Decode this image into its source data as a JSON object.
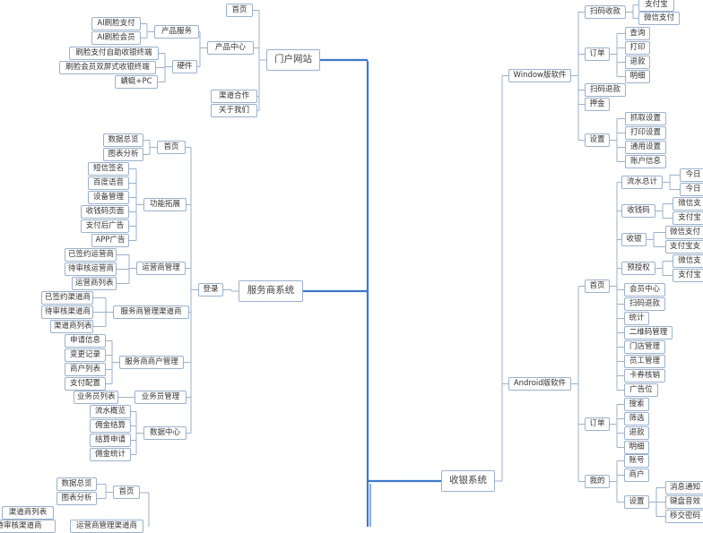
{
  "colors": {
    "line": "#9bb1cc",
    "trunk": "#3f78c9",
    "node_border": "#9bb1cc"
  },
  "nodes": {
    "portal": "门户网站",
    "portal_home": "首页",
    "product_center": "产品中心",
    "product_service": "产品服务",
    "ai_face_pay": "AI刷脸支付",
    "ai_face_member": "AI刷脸会员",
    "hardware": "硬件",
    "hw_face_terminal": "刷脸支付自助收银终端",
    "hw_member_terminal": "刷脸会员双屏式收银终端",
    "hw_pc": "蜻蜓+PC",
    "channel_coop": "渠道合作",
    "about_us": "关于我们",
    "provider": "服务商系统",
    "login": "登录",
    "sp_home": "首页",
    "sp_data_overview": "数据总览",
    "sp_chart_analysis": "图表分析",
    "func_ext": "功能拓展",
    "sms_sign": "短信签名",
    "baidu_voice": "百度语音",
    "device_mgmt": "设备管理",
    "cashier_page": "收钱码页面",
    "after_pay_ad": "支付后广告",
    "app_ad": "APP广告",
    "op_mgmt": "运营商管理",
    "op_signed": "已签约运营商",
    "op_pending": "待审核运营商",
    "op_list": "运营商列表",
    "sp_channel_mgmt": "服务商管理渠道商",
    "ch_signed": "已签约渠道商",
    "ch_pending": "待审核渠道商",
    "ch_list": "渠道商列表",
    "sp_merchant_mgmt": "服务商商户管理",
    "apply_info": "申请信息",
    "change_record": "变更记录",
    "merchant_list": "商户列表",
    "pay_config": "支付配置",
    "sales_mgmt": "业务员管理",
    "sales_list": "业务员列表",
    "data_center": "数据中心",
    "flow_overview": "流水概览",
    "commission_settle": "佣金结算",
    "settle_apply": "结算申请",
    "commission_stats": "佣金统计",
    "bottom_home": "首页",
    "bottom_data_overview": "数据总览",
    "bottom_chart_analysis": "图表分析",
    "bottom_ch_list": "渠道商列表",
    "bottom_partial_1": "待审核渠道商",
    "bottom_partial_2": "运营商管理渠道商",
    "cashier_system": "收银系统",
    "windows": "Window版软件",
    "scan_collect": "扫码收款",
    "alipay": "支付宝",
    "wechat_pay": "微信支付",
    "order": "订单",
    "query": "查询",
    "print": "打印",
    "refund": "退款",
    "detail": "明细",
    "scan_refund": "扫码退款",
    "deposit": "押金",
    "settings": "设置",
    "cashier_settings": "抓取设置",
    "print_settings": "打印设置",
    "general_settings": "通用设置",
    "account_info": "账户信息",
    "android": "Android版软件",
    "a_home": "首页",
    "flow_total": "流水总计",
    "today_1": "今日",
    "today_2": "今日",
    "collect_code": "收钱码",
    "wechat_1": "微信支",
    "alipay_1": "支付宝",
    "cashier": "收银",
    "wechat_pay_2": "微信支付",
    "alipay_pay_2": "支付宝支",
    "preauth": "预授权",
    "wechat_3": "微信支",
    "alipay_3": "支付宝",
    "member_center": "会员中心",
    "scan_refund_2": "扫码退款",
    "stats": "统计",
    "qr_mgmt": "二维码管理",
    "store_mgmt": "门店管理",
    "staff_mgmt": "员工管理",
    "coupon_verify": "卡券核销",
    "ad_slot": "广告位",
    "a_order": "订单",
    "search": "搜索",
    "filter": "筛选",
    "a_refund": "退款",
    "a_detail": "明细",
    "mine": "我的",
    "account_no": "账号",
    "merchant": "商户",
    "a_settings": "设置",
    "msg_notify": "消息通知",
    "keyboard_sound": "键盘音效",
    "receipt_printer": "移交密码"
  }
}
